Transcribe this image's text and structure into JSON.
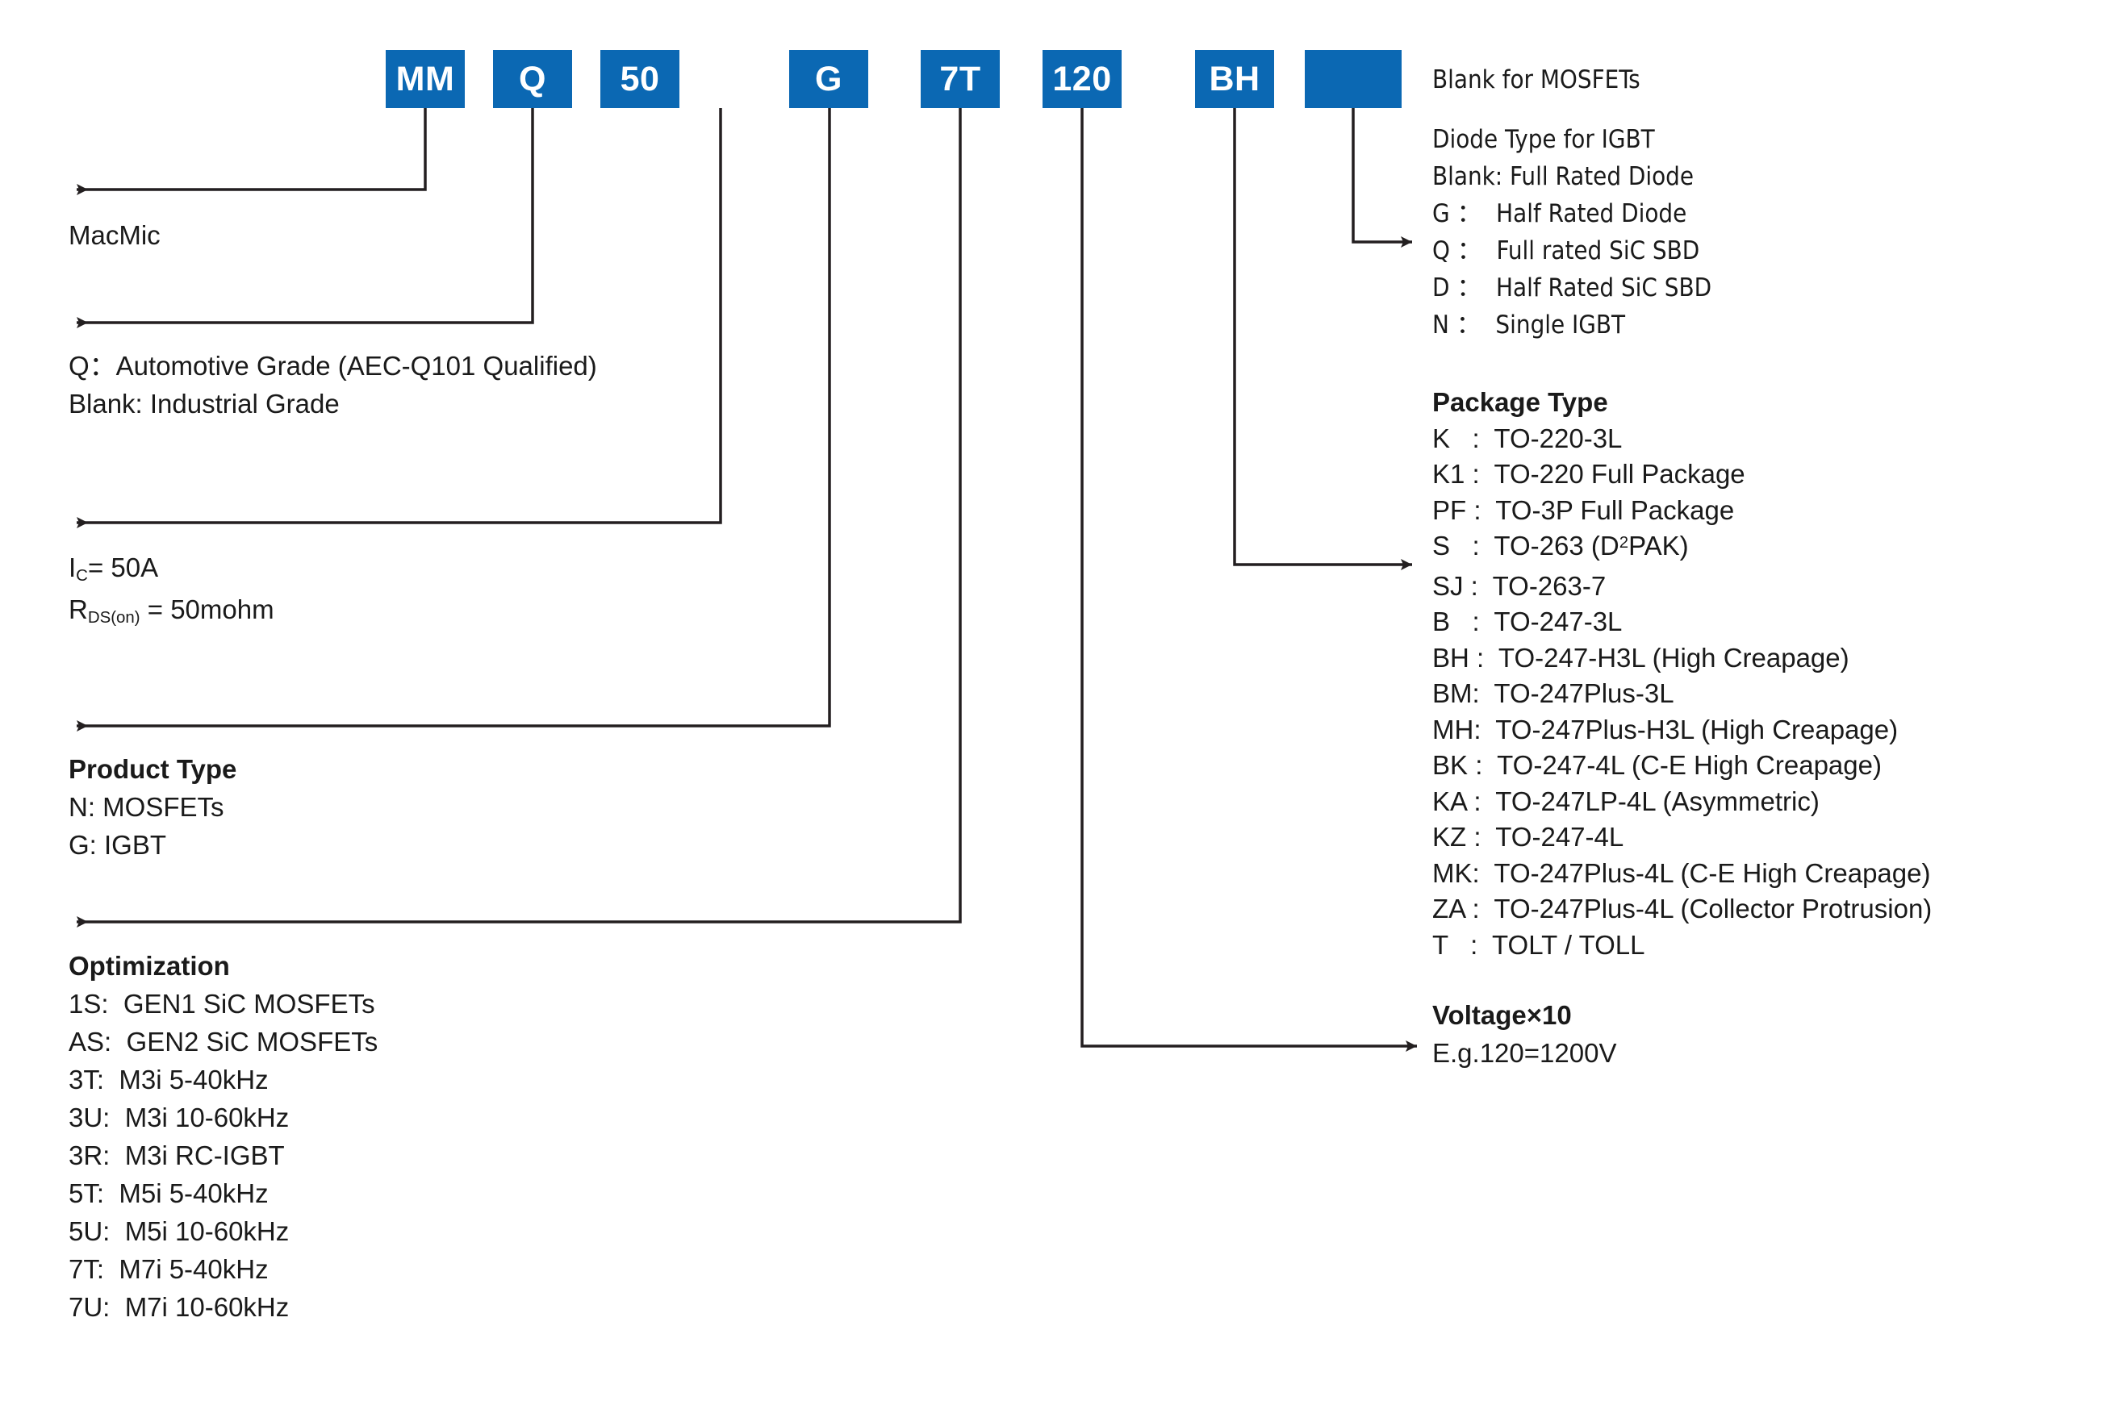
{
  "diagram": {
    "title_code_boxes": [
      {
        "id": "manufacturer",
        "label": "MM"
      },
      {
        "id": "grade",
        "label": "Q"
      },
      {
        "id": "current-rating",
        "label": "50"
      },
      {
        "id": "product-type",
        "label": "G"
      },
      {
        "id": "optimization",
        "label": "7T"
      },
      {
        "id": "voltage",
        "label": "120"
      },
      {
        "id": "package-type",
        "label": "BH"
      },
      {
        "id": "diode-type",
        "label": ""
      }
    ],
    "accent_color": "#0b68b3",
    "line_color": "#231f20"
  },
  "manufacturer": {
    "name": "MacMic"
  },
  "grade": {
    "lines": [
      "Q：Automotive Grade (AEC-Q101 Qualified)",
      "Blank: Industrial Grade"
    ]
  },
  "rating": {
    "ic_prefix": "I",
    "ic_sub": "C",
    "ic_value": "= 50A",
    "rds_prefix": "R",
    "rds_sub": "DS(on)",
    "rds_value": " = 50mohm"
  },
  "product_type": {
    "heading": "Product Type",
    "rows": [
      "N: MOSFETs",
      "G: IGBT"
    ]
  },
  "optimization": {
    "heading": "Optimization",
    "rows": [
      "1S:  GEN1 SiC MOSFETs",
      "AS:  GEN2 SiC MOSFETs",
      "3T:  M3i 5-40kHz",
      "3U:  M3i 10-60kHz",
      "3R:  M3i RC-IGBT",
      "5T:  M5i 5-40kHz",
      "5U:  M5i 10-60kHz",
      "7T:  M7i 5-40kHz",
      "7U:  M7i 10-60kHz"
    ]
  },
  "diode_type": {
    "blank_note": "Blank for MOSFETs",
    "heading": "Diode Type for IGBT",
    "rows": [
      "Blank: Full Rated Diode",
      "G ：  Half Rated Diode",
      "Q ：  Full rated SiC SBD",
      "D ：  Half Rated SiC SBD",
      "N ：  Single IGBT"
    ]
  },
  "package_type": {
    "heading": "Package Type",
    "rows": [
      "K   :  TO-220-3L",
      "K1 :  TO-220 Full Package",
      "PF :  TO-3P Full Package",
      "S   :  TO-263 (D²PAK)",
      "SJ :  TO-263-7",
      "B   :  TO-247-3L",
      "BH :  TO-247-H3L (High Creapage)",
      "BM:  TO-247Plus-3L",
      "MH:  TO-247Plus-H3L (High Creapage)",
      "BK :  TO-247-4L (C-E High Creapage)",
      "KA :  TO-247LP-4L (Asymmetric)",
      "KZ :  TO-247-4L",
      "MK:  TO-247Plus-4L (C-E High Creapage)",
      "ZA :  TO-247Plus-4L (Collector Protrusion)",
      "T   :  TOLT / TOLL"
    ]
  },
  "voltage": {
    "heading": "Voltage×10",
    "example": "E.g.120=1200V"
  }
}
